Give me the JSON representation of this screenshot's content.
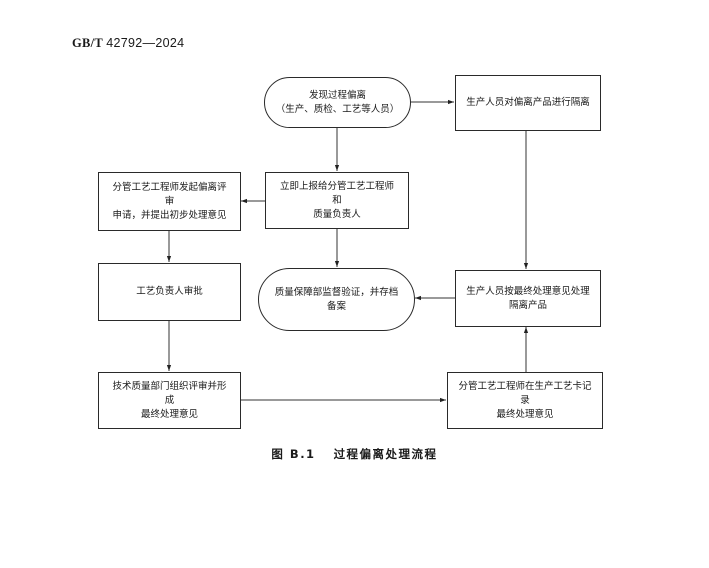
{
  "header": {
    "std_prefix": "GB/T",
    "std_number": "42792—2024"
  },
  "flowchart": {
    "nodes": [
      {
        "id": "n1",
        "shape": "terminal",
        "text": "发现过程偏离\n（生产、质检、工艺等人员）"
      },
      {
        "id": "n2",
        "shape": "process",
        "text": "生产人员对偏离产品进行隔离"
      },
      {
        "id": "n3",
        "shape": "process",
        "text": "立即上报给分管工艺工程师和\n质量负责人"
      },
      {
        "id": "n4",
        "shape": "process",
        "text": "分管工艺工程师发起偏离评审\n申请，并提出初步处理意见"
      },
      {
        "id": "n5",
        "shape": "process",
        "text": "工艺负责人审批"
      },
      {
        "id": "n6",
        "shape": "process",
        "text": "技术质量部门组织评审并形成\n最终处理意见"
      },
      {
        "id": "n7",
        "shape": "process",
        "text": "分管工艺工程师在生产工艺卡记录\n最终处理意见"
      },
      {
        "id": "n8",
        "shape": "process",
        "text": "生产人员按最终处理意见处理\n隔离产品"
      },
      {
        "id": "n9",
        "shape": "terminal",
        "text": "质量保障部监督验证，并存档\n备案"
      }
    ],
    "edges": [
      {
        "from": "n1",
        "to": "n2"
      },
      {
        "from": "n1",
        "to": "n3"
      },
      {
        "from": "n3",
        "to": "n4"
      },
      {
        "from": "n4",
        "to": "n5"
      },
      {
        "from": "n5",
        "to": "n6"
      },
      {
        "from": "n6",
        "to": "n7"
      },
      {
        "from": "n7",
        "to": "n8"
      },
      {
        "from": "n2",
        "to": "n8"
      },
      {
        "from": "n8",
        "to": "n9"
      },
      {
        "from": "n3",
        "to": "n9"
      }
    ]
  },
  "caption": {
    "figure_label": "图 B.1",
    "title": "过程偏离处理流程"
  }
}
